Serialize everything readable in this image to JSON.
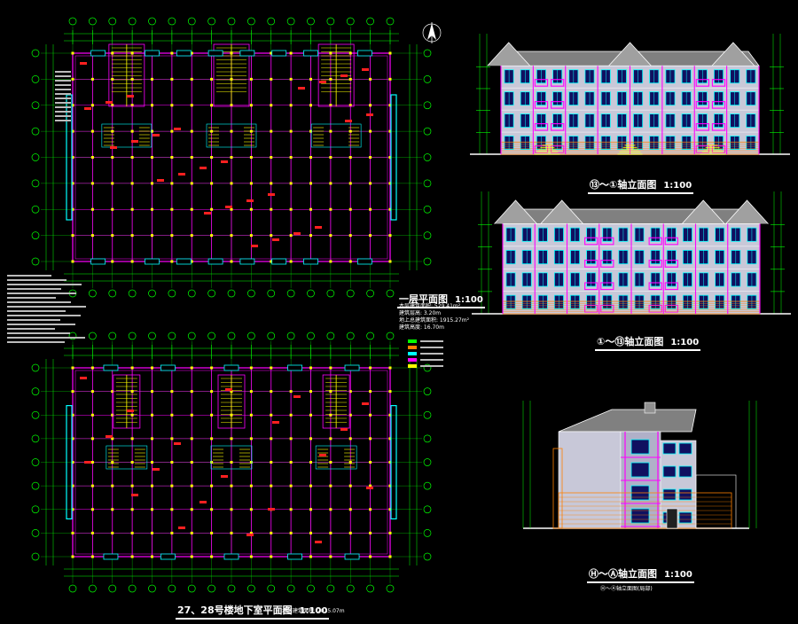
{
  "drawings": {
    "first_floor_plan": {
      "title": "一层平面图",
      "scale": "1:100"
    },
    "basement_plan": {
      "title": "27、28号楼地下室平面图",
      "scale": "1:100",
      "area_note": "本层建筑面积: 2025.07m"
    },
    "elev_front": {
      "title": "⑬～①轴立面图",
      "scale": "1:100"
    },
    "elev_rear": {
      "title": "①～⑬轴立面图",
      "scale": "1:100"
    },
    "elev_side": {
      "title": "Ⓗ～Ⓐ轴立面图",
      "scale": "1:100",
      "subtitle": "Ⓗ～Ⓐ轴立面图(局部)"
    }
  },
  "area_schedule": [
    "本层建筑面积: 529.41m²",
    "建筑层高: 3.20m",
    "地上总建筑面积: 1915.27m²",
    "建筑高度: 16.70m"
  ],
  "colors": {
    "grid": "#00ff00",
    "wall": "#ff00ff",
    "column": "#ffff00",
    "glass": "#00ffff",
    "text": "#ffffff",
    "roof": "#808080",
    "base": "#ff8000",
    "red": "#ff2020"
  }
}
